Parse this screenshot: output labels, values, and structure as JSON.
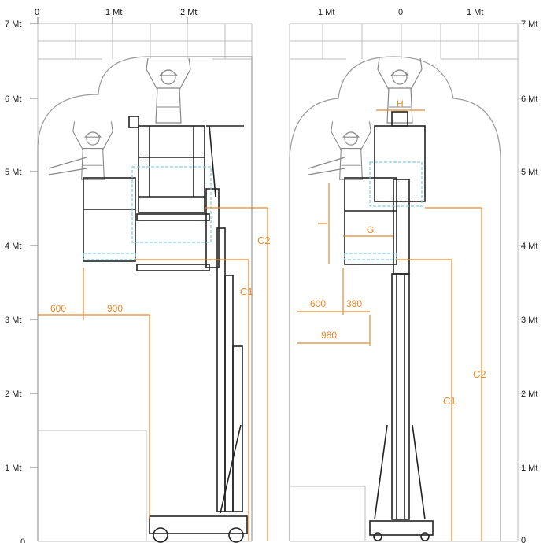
{
  "colors": {
    "dimension": "#e8892c",
    "guard": "#7fd0dc",
    "outline": "#222222",
    "grid": "#b8b8b8"
  },
  "left_view": {
    "top_axis": [
      "0",
      "1 Mt",
      "2 Mt"
    ],
    "height_axis": [
      "7 Mt",
      "6 Mt",
      "5 Mt",
      "4 Mt",
      "3 Mt",
      "2 Mt",
      "1 Mt",
      "0"
    ],
    "dimensions": {
      "reach_a": "600",
      "reach_b": "900",
      "height_1": "C1",
      "height_2": "C2"
    }
  },
  "right_view": {
    "top_axis": [
      "1 Mt",
      "0",
      "1 Mt"
    ],
    "height_axis": [
      "7 Mt",
      "6 Mt",
      "5 Mt",
      "4 Mt",
      "3 Mt",
      "2 Mt",
      "1 Mt",
      "0"
    ],
    "dimensions": {
      "reach_a": "600",
      "reach_b": "380",
      "reach_total": "980",
      "gap": "G",
      "width": "H",
      "height_1": "C1",
      "height_2": "C2"
    }
  }
}
